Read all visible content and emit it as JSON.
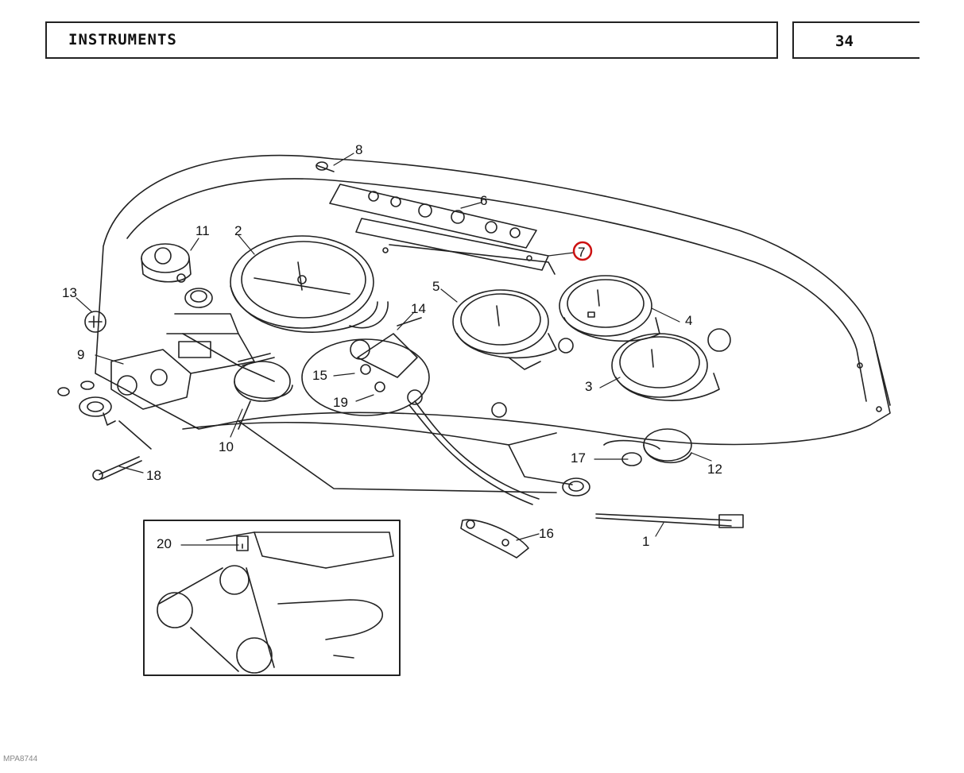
{
  "header": {
    "title": "INSTRUMENTS",
    "page_number": "34"
  },
  "callouts": {
    "c1": "1",
    "c2": "2",
    "c3": "3",
    "c4": "4",
    "c5": "5",
    "c6": "6",
    "c7": "7",
    "c8": "8",
    "c9": "9",
    "c10": "10",
    "c11": "11",
    "c12": "12",
    "c13": "13",
    "c14": "14",
    "c15": "15",
    "c16": "16",
    "c17": "17",
    "c18": "18",
    "c19": "19",
    "c20": "20"
  },
  "highlighted_callout": "7",
  "highlight_color": "#cc1111",
  "footer": {
    "code": "MPA8744"
  }
}
